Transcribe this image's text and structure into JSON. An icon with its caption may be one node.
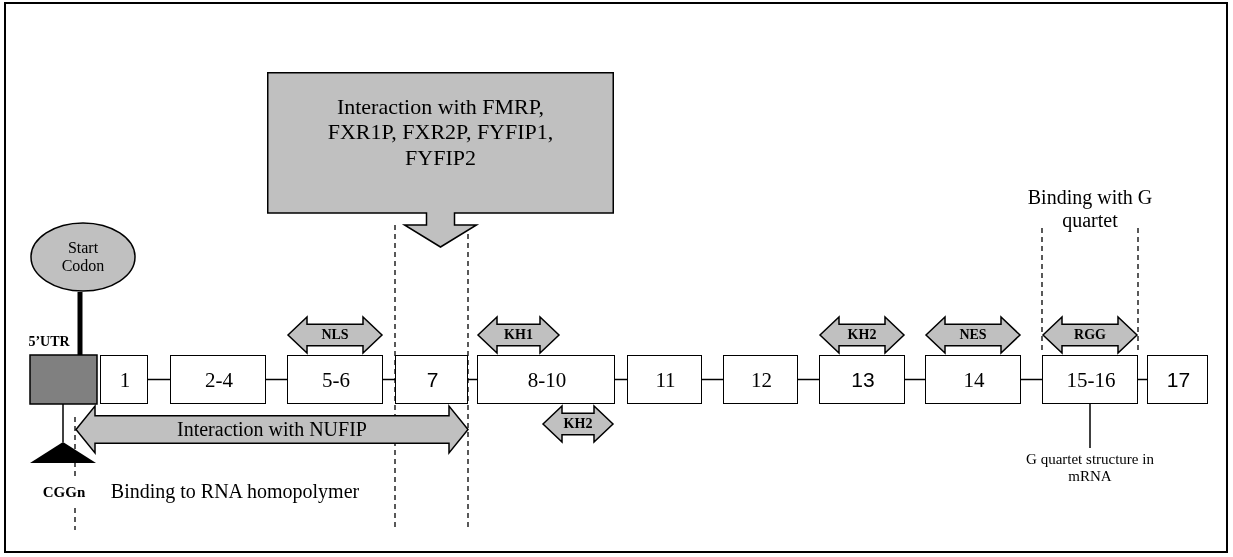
{
  "diagram": {
    "nodes": [
      {
        "text": [
          "Interaction with FMRP, FXR1P, FXR2P, FYFIP1, FYFIP2"
        ]
      },
      {
        "text": [
          "Start Codon"
        ]
      },
      {
        "text": [
          "5’UTR"
        ]
      },
      {
        "text": [
          "1"
        ]
      },
      {
        "text": [
          "2-4"
        ]
      },
      {
        "text": [
          "5-6"
        ]
      },
      {
        "text": [
          "7"
        ]
      },
      {
        "text": [
          "8-10"
        ]
      },
      {
        "text": [
          "11"
        ]
      },
      {
        "text": [
          "12"
        ]
      },
      {
        "text": [
          "13"
        ]
      },
      {
        "text": [
          "14"
        ]
      },
      {
        "text": [
          "15-16"
        ]
      },
      {
        "text": [
          "17"
        ]
      },
      {
        "text": [
          "NLS"
        ]
      },
      {
        "text": [
          "KH1"
        ]
      },
      {
        "text": [
          "KH2"
        ]
      },
      {
        "text": [
          "NES"
        ]
      },
      {
        "text": [
          "RGG"
        ]
      },
      {
        "text": [
          "KH2"
        ]
      },
      {
        "text": [
          "Interaction with NUFIP"
        ]
      },
      {
        "text": [
          "CGGn"
        ]
      },
      {
        "text": [
          "G quartet structure in mRNA"
        ]
      }
    ],
    "edges": [
      {
        "from": 1,
        "to": 2,
        "arrow": "none",
        "style": "thick"
      },
      {
        "from": 2,
        "to": 21,
        "arrow": "none"
      },
      {
        "from": 3,
        "to": 4,
        "arrow": "none"
      },
      {
        "from": 4,
        "to": 5,
        "arrow": "none"
      },
      {
        "from": 5,
        "to": 6,
        "arrow": "none"
      },
      {
        "from": 6,
        "to": 7,
        "arrow": "none"
      },
      {
        "from": 7,
        "to": 8,
        "arrow": "none"
      },
      {
        "from": 8,
        "to": 9,
        "arrow": "none"
      },
      {
        "from": 9,
        "to": 10,
        "arrow": "none"
      },
      {
        "from": 10,
        "to": 11,
        "arrow": "none"
      },
      {
        "from": 11,
        "to": 12,
        "arrow": "none"
      },
      {
        "from": 12,
        "to": 13,
        "arrow": "none"
      },
      {
        "from": 12,
        "to": 22,
        "arrow": "none"
      }
    ],
    "labels": [
      "Binding with G quartet",
      "Binding to RNA homopolymer"
    ]
  }
}
